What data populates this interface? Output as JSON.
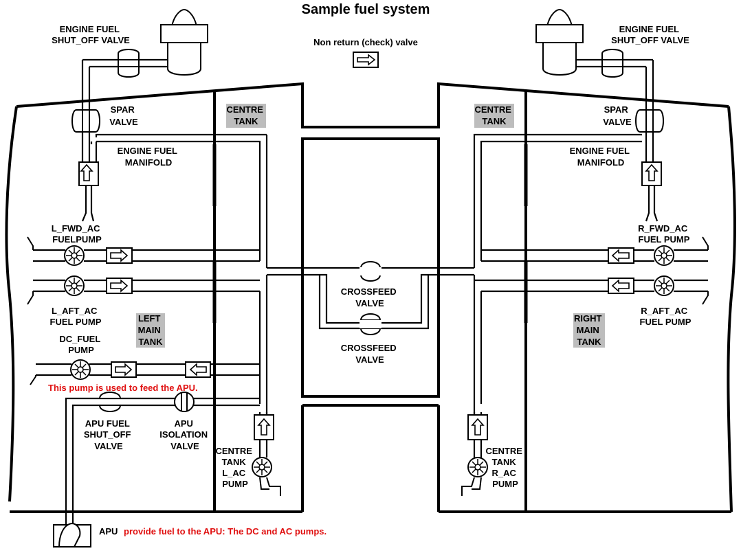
{
  "title": "Sample fuel system",
  "legend": {
    "check_valve": "Non return (check) valve"
  },
  "labels": {
    "engine_fuel_shutoff_left": [
      "ENGINE FUEL",
      "SHUT_OFF VALVE"
    ],
    "engine_fuel_shutoff_right": [
      "ENGINE FUEL",
      "SHUT_OFF VALVE"
    ],
    "spar_valve_left": [
      "SPAR",
      "VALVE"
    ],
    "spar_valve_right": [
      "SPAR",
      "VALVE"
    ],
    "centre_tank_left": [
      "CENTRE",
      "TANK"
    ],
    "centre_tank_right": [
      "CENTRE",
      "TANK"
    ],
    "engine_manifold_left": [
      "ENGINE FUEL",
      "MANIFOLD"
    ],
    "engine_manifold_right": [
      "ENGINE FUEL",
      "MANIFOLD"
    ],
    "l_fwd_pump": [
      "L_FWD_AC",
      "FUELPUMP"
    ],
    "r_fwd_pump": [
      "R_FWD_AC",
      "FUEL PUMP"
    ],
    "l_aft_pump": [
      "L_AFT_AC",
      "FUEL PUMP"
    ],
    "r_aft_pump": [
      "R_AFT_AC",
      "FUEL PUMP"
    ],
    "crossfeed_upper": [
      "CROSSFEED",
      "VALVE"
    ],
    "crossfeed_lower": [
      "CROSSFEED",
      "VALVE"
    ],
    "left_main_tank": [
      "LEFT",
      "MAIN",
      "TANK"
    ],
    "right_main_tank": [
      "RIGHT",
      "MAIN",
      "TANK"
    ],
    "dc_fuel_pump": [
      "DC_FUEL",
      "PUMP"
    ],
    "apu_shutoff": [
      "APU FUEL",
      "SHUT_OFF",
      "VALVE"
    ],
    "apu_isolation": [
      "APU",
      "ISOLATION",
      "VALVE"
    ],
    "centre_tank_l_pump": [
      "CENTRE",
      "TANK",
      "L_AC",
      "PUMP"
    ],
    "centre_tank_r_pump": [
      "CENTRE",
      "TANK",
      "R_AC",
      "PUMP"
    ],
    "apu": "APU"
  },
  "notes": {
    "dc_pump_note": "This pump is used to feed the APU.",
    "apu_note": "provide fuel to the APU: The DC and AC pumps."
  },
  "colors": {
    "note": "#e01010",
    "tank_label_bg": "#bdbdbd"
  }
}
